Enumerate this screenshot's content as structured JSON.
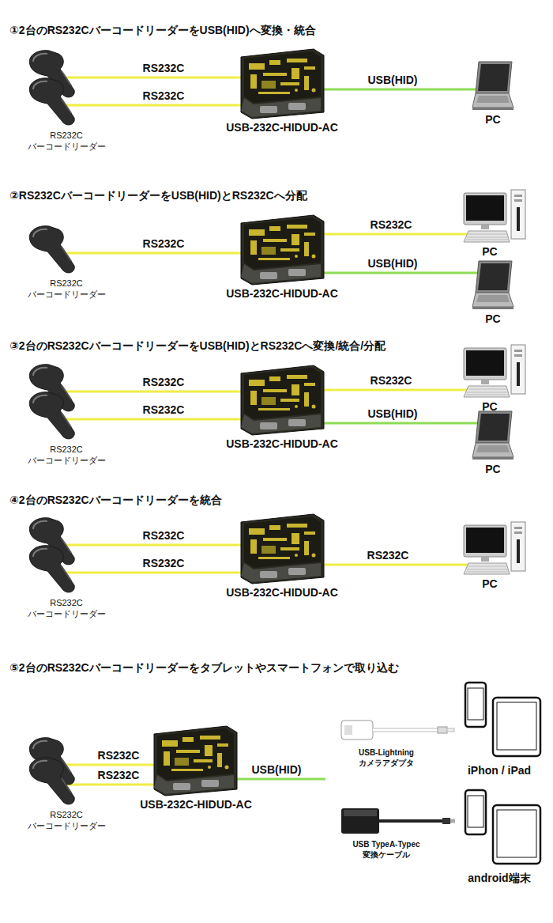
{
  "diagram": {
    "nodes": [
      {
        "text": [
          "RS232C バーコードリーダー"
        ]
      },
      {
        "text": [
          "USB-232C-HIDUD-AC"
        ]
      },
      {
        "text": [
          "PC"
        ]
      },
      {
        "text": [
          "RS232C バーコードリーダー"
        ]
      },
      {
        "text": [
          "USB-232C-HIDUD-AC"
        ]
      },
      {
        "text": [
          "PC"
        ]
      },
      {
        "text": [
          "PC"
        ]
      },
      {
        "text": [
          "RS232C バーコードリーダー"
        ]
      },
      {
        "text": [
          "USB-232C-HIDUD-AC"
        ]
      },
      {
        "text": [
          "PC"
        ]
      },
      {
        "text": [
          "PC"
        ]
      },
      {
        "text": [
          "RS232C バーコードリーダー"
        ]
      },
      {
        "text": [
          "USB-232C-HIDUD-AC"
        ]
      },
      {
        "text": [
          "PC"
        ]
      },
      {
        "text": [
          "RS232C バーコードリーダー"
        ]
      },
      {
        "text": [
          "USB-232C-HIDUD-AC"
        ]
      },
      {
        "text": [
          "USB-Lightning カメラアダプタ"
        ]
      },
      {
        "text": [
          "iPhon / iPad"
        ]
      },
      {
        "text": [
          "USB TypeA-Typec 変換ケーブル"
        ]
      },
      {
        "text": [
          "android端末"
        ]
      }
    ],
    "edges": [
      {
        "from": 0,
        "to": 1,
        "label": "RS232C",
        "arrow": "none"
      },
      {
        "from": 1,
        "to": 2,
        "label": "USB(HID)",
        "arrow": "none"
      },
      {
        "from": 3,
        "to": 4,
        "label": "RS232C",
        "arrow": "none"
      },
      {
        "from": 4,
        "to": 5,
        "label": "RS232C",
        "arrow": "none"
      },
      {
        "from": 4,
        "to": 6,
        "label": "USB(HID)",
        "arrow": "none"
      },
      {
        "from": 7,
        "to": 8,
        "label": "RS232C",
        "arrow": "none"
      },
      {
        "from": 8,
        "to": 9,
        "label": "RS232C",
        "arrow": "none"
      },
      {
        "from": 8,
        "to": 10,
        "label": "USB(HID)",
        "arrow": "none"
      },
      {
        "from": 11,
        "to": 12,
        "label": "RS232C",
        "arrow": "none"
      },
      {
        "from": 12,
        "to": 13,
        "label": "RS232C",
        "arrow": "none"
      },
      {
        "from": 14,
        "to": 15,
        "label": "RS232C",
        "arrow": "none"
      }
    ],
    "labels": [
      "①2台のRS232CバーコードリーダーをUSB(HID)へ変換・統合",
      "RS232C",
      "②RS232CバーコードリーダーをUSB(HID)とRS232Cへ分配",
      "③2台のRS232CバーコードリーダーをUSB(HID)とRS232Cへ変換/統合/分配",
      "RS232C",
      "④2台のRS232Cバーコードリーダーを統合",
      "RS232C",
      "⑤2台のRS232Cバーコードリーダーをタブレットやスマートフォンで取り込む",
      "RS232C",
      "USB(HID)"
    ]
  }
}
